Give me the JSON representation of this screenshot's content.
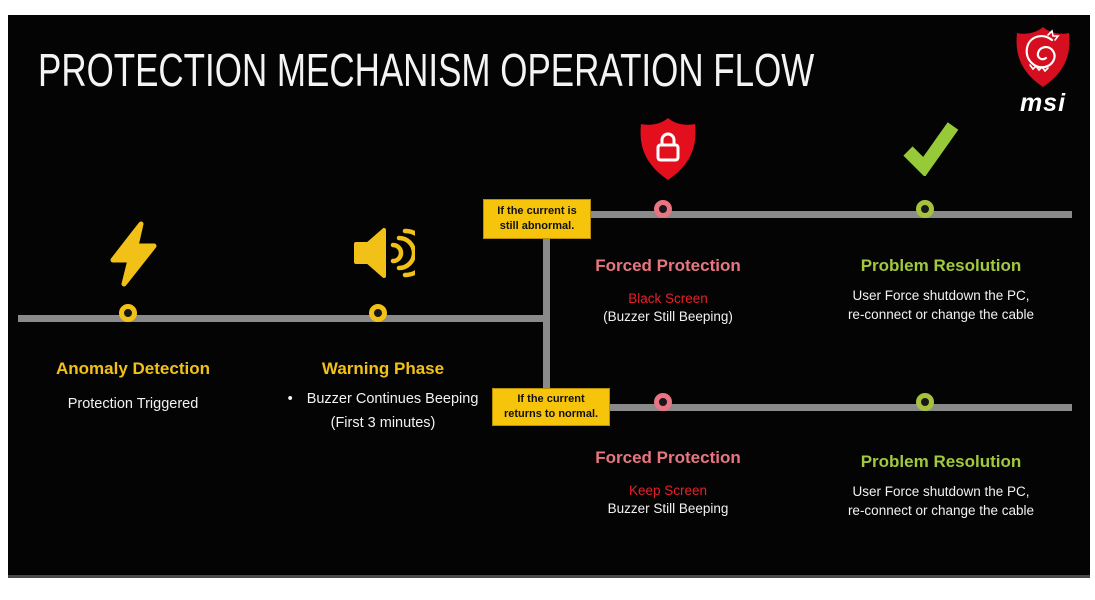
{
  "title": "PROTECTION MECHANISM OPERATION FLOW",
  "brand": {
    "name": "msi"
  },
  "stages": [
    {
      "title": "Anomaly Detection",
      "desc": "Protection Triggered"
    },
    {
      "title": "Warning Phase",
      "bullet": "•",
      "desc1": "Buzzer Continues Beeping",
      "desc2": "(First 3 minutes)"
    }
  ],
  "conditions": [
    {
      "line1": "If the current is",
      "line2": "still abnormal."
    },
    {
      "line1": "If the current",
      "line2": "returns to normal."
    }
  ],
  "branches": [
    {
      "forced_title": "Forced Protection",
      "forced_line1": "Black Screen",
      "forced_line2": "(Buzzer Still Beeping)",
      "resolution_title": "Problem Resolution",
      "resolution_desc": "User Force shutdown the PC, re-connect or change the cable"
    },
    {
      "forced_title": "Forced Protection",
      "forced_line1": "Keep Screen",
      "forced_line2": "Buzzer Still Beeping",
      "resolution_title": "Problem Resolution",
      "resolution_desc": "User Force shutdown the PC, re-connect or change the cable"
    }
  ],
  "colors": {
    "yellow": "#f2c118",
    "pink": "#e97582",
    "red": "#e8202a",
    "green": "#a2c83d",
    "line_gray": "#8a8a8a",
    "shield_red": "#e30f1d",
    "box_yellow": "#f6c50b"
  }
}
